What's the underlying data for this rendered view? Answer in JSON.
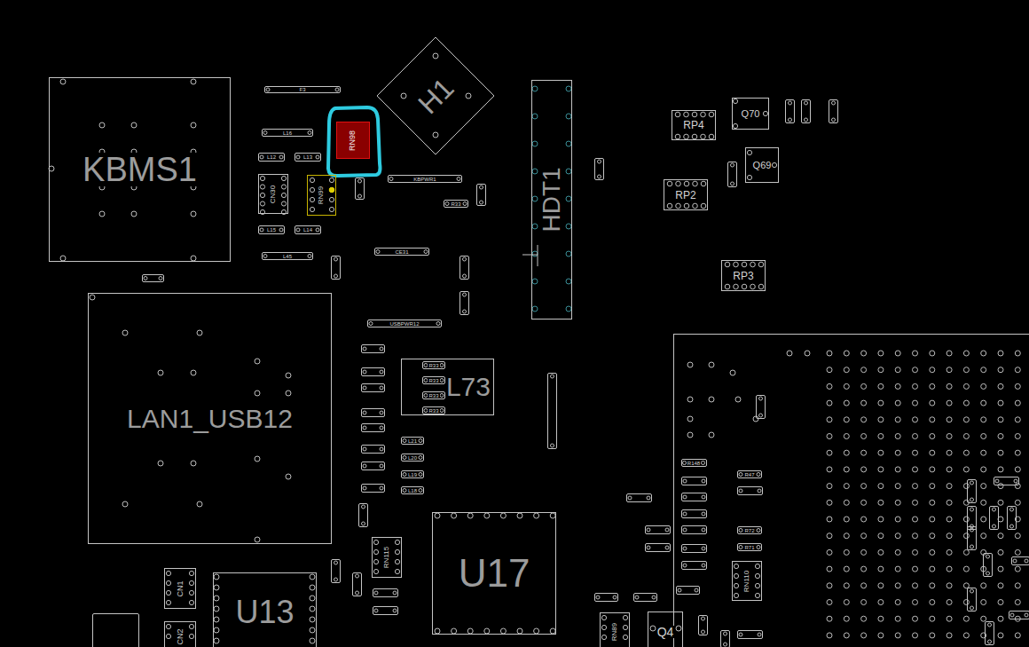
{
  "diagram": {
    "nodes": [
      {
        "text": [
          "KBMS1"
        ]
      },
      {
        "text": [
          "F3"
        ]
      },
      {
        "text": [
          "H1"
        ]
      },
      {
        "text": [
          "L16"
        ]
      },
      {
        "text": [
          "RN98"
        ]
      },
      {
        "text": [
          "HDT1"
        ]
      },
      {
        "text": [
          "L12"
        ]
      },
      {
        "text": [
          "L13"
        ]
      },
      {
        "text": [
          "CN30"
        ]
      },
      {
        "text": [
          "RN99"
        ]
      },
      {
        "text": [
          "KBPWR1"
        ]
      },
      {
        "text": [
          "R33"
        ]
      },
      {
        "text": [
          "L15"
        ]
      },
      {
        "text": [
          "L14"
        ]
      },
      {
        "text": [
          "L45"
        ]
      },
      {
        "text": [
          "CE31"
        ]
      },
      {
        "text": [
          "LAN1_USB12"
        ]
      },
      {
        "text": [
          "USBPWR12"
        ]
      },
      {
        "text": [
          "L73"
        ]
      },
      {
        "text": [
          "R33"
        ],
        "in": 18
      },
      {
        "text": [
          "R33"
        ],
        "in": 18
      },
      {
        "text": [
          "R33"
        ],
        "in": 18
      },
      {
        "text": [
          "R33"
        ],
        "in": 18
      },
      {
        "text": [
          "RP4"
        ]
      },
      {
        "text": [
          "Q70"
        ]
      },
      {
        "text": [
          "Q69"
        ]
      },
      {
        "text": [
          "RP2"
        ]
      },
      {
        "text": [
          "RP3"
        ]
      },
      {
        "text": [
          "L21"
        ]
      },
      {
        "text": [
          "L20"
        ]
      },
      {
        "text": [
          "L19"
        ]
      },
      {
        "text": [
          "L18"
        ]
      },
      {
        "text": [
          "R148"
        ]
      },
      {
        "text": [
          "R47"
        ]
      },
      {
        "text": [
          "R72"
        ]
      },
      {
        "text": [
          "R71"
        ]
      },
      {
        "text": [
          "RN115"
        ]
      },
      {
        "text": [
          "U17"
        ]
      },
      {
        "text": [
          "RN110"
        ]
      },
      {
        "text": [
          "CN1"
        ]
      },
      {
        "text": [
          "U13"
        ]
      },
      {
        "text": [
          "CN2"
        ]
      },
      {
        "text": [
          "RN89"
        ]
      },
      {
        "text": [
          "Q4"
        ]
      }
    ]
  }
}
